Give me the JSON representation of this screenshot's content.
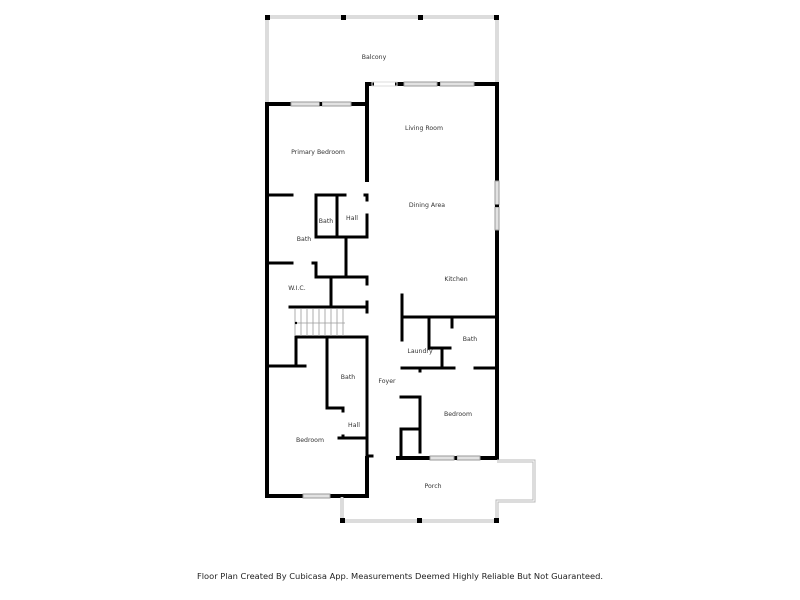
{
  "rooms": {
    "balcony": {
      "label": "Balcony"
    },
    "living_room": {
      "label": "Living Room"
    },
    "primary_bedroom": {
      "label": "Primary Bedroom"
    },
    "dining_area": {
      "label": "Dining Area"
    },
    "bath_primary_small": {
      "label": "Bath"
    },
    "hall_upper": {
      "label": "Hall"
    },
    "bath_primary": {
      "label": "Bath"
    },
    "wic": {
      "label": "W.I.C."
    },
    "kitchen": {
      "label": "Kitchen"
    },
    "laundry": {
      "label": "Laundry"
    },
    "bath_right": {
      "label": "Bath"
    },
    "bath_left": {
      "label": "Bath"
    },
    "foyer": {
      "label": "Foyer"
    },
    "bedroom_right": {
      "label": "Bedroom"
    },
    "hall_lower": {
      "label": "Hall"
    },
    "bedroom_left": {
      "label": "Bedroom"
    },
    "porch": {
      "label": "Porch"
    }
  },
  "footer": {
    "disclaimer": "Floor Plan Created By Cubicasa App. Measurements Deemed Highly Reliable But Not Guaranteed."
  }
}
